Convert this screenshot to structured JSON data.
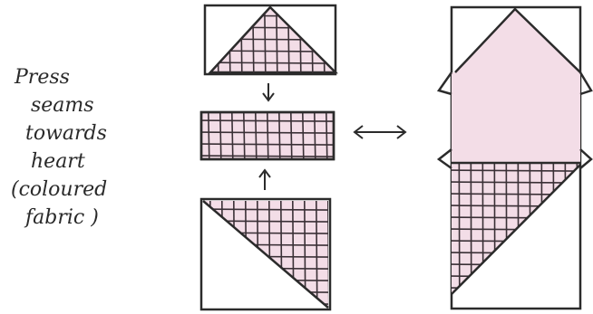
{
  "note": {
    "lines": [
      "Press",
      "seams",
      "towards",
      "heart",
      "(coloured",
      "fabric )"
    ]
  },
  "colors": {
    "ink": "#2b2b2b",
    "fabric_fill": "#f3dde7",
    "fabric_grid": "#3a3036",
    "paper": "#ffffff"
  },
  "diagram": {
    "steps": [
      {
        "name": "top-triangle-unit"
      },
      {
        "name": "middle-strip-unit"
      },
      {
        "name": "bottom-half-square-unit"
      }
    ],
    "arrows": [
      "down-arrow",
      "up-arrow",
      "double-arrow"
    ],
    "result": {
      "name": "assembled-heart-column"
    }
  }
}
